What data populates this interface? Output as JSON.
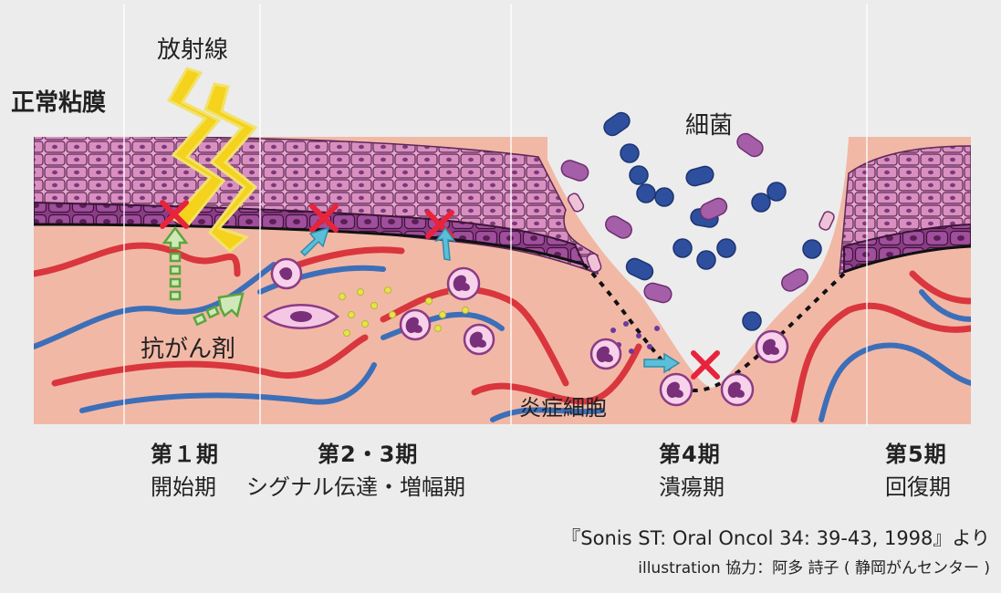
{
  "labels": {
    "radiation": "放射線",
    "normal_mucosa": "正常粘膜",
    "bacteria": "細菌",
    "anticancer_drug": "抗がん剤",
    "inflammatory_cells": "炎症細胞"
  },
  "stages": [
    {
      "number": "第１期",
      "name": "開始期"
    },
    {
      "number": "第2・3期",
      "name": "シグナル伝達・増幅期"
    },
    {
      "number": "第4期",
      "name": "潰瘍期"
    },
    {
      "number": "第5期",
      "name": "回復期"
    }
  ],
  "citation": "『Sonis ST: Oral Oncol 34: 39-43, 1998』より",
  "credit": "illustration 協力：阿多 詩子 ( 静岡がんセンター )",
  "colors": {
    "background": "#ececed",
    "tissue": "#f2b8a6",
    "mucosa_cells": "#d98fc0",
    "basal_layer": "#8c3b86",
    "artery": "#d9363e",
    "vein": "#3d6fb8",
    "radiation_bolt": "#f5d21b",
    "damage_mark": "#e8233c",
    "signal_arrow": "#5bbfd9",
    "drug_arrow": "#5aa63c",
    "bacteria_round": "#2e4f9e",
    "bacteria_rod": "#a55ea8"
  }
}
